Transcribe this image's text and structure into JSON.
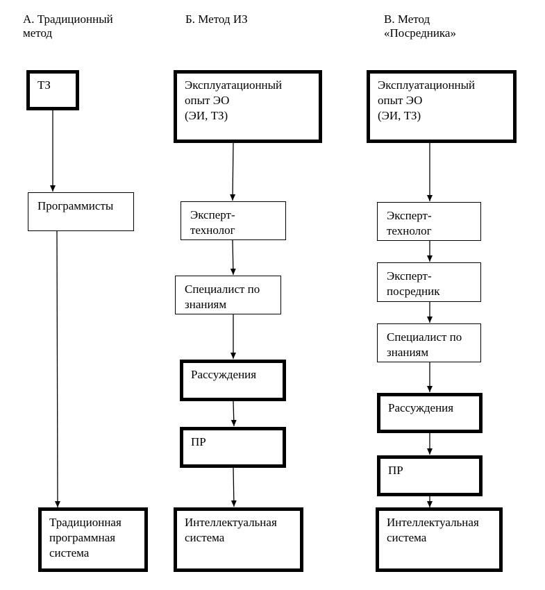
{
  "columns": {
    "a": {
      "heading": "А. Традиционный\nметод",
      "boxes": {
        "tz": "ТЗ",
        "programmers": "Программисты",
        "system": "Традиционная\nпрограммная\nсистема"
      }
    },
    "b": {
      "heading": "Б.  Метод ИЗ",
      "boxes": {
        "experience": "Эксплуатационный\nопыт ЭО\n(ЭИ, ТЗ)",
        "expert_technologist": "Эксперт-\nтехнолог",
        "knowledge_specialist": "Специалист по\nзнаниям",
        "reasoning": "Рассуждения",
        "pr": "ПР",
        "system": "Интеллектуальная\nсистема"
      }
    },
    "c": {
      "heading": "В.  Метод\n«Посредника»",
      "boxes": {
        "experience": "Эксплуатационный\nопыт ЭО\n(ЭИ, ТЗ)",
        "expert_technologist": "Эксперт-\nтехнолог",
        "expert_mediator": "Эксперт-\nпосредник",
        "knowledge_specialist": "Специалист по\nзнаниям",
        "reasoning": "Рассуждения",
        "pr": "ПР",
        "system": "Интеллектуальная\nсистема"
      }
    }
  },
  "colors": {
    "line": "#000000",
    "background": "#ffffff"
  }
}
